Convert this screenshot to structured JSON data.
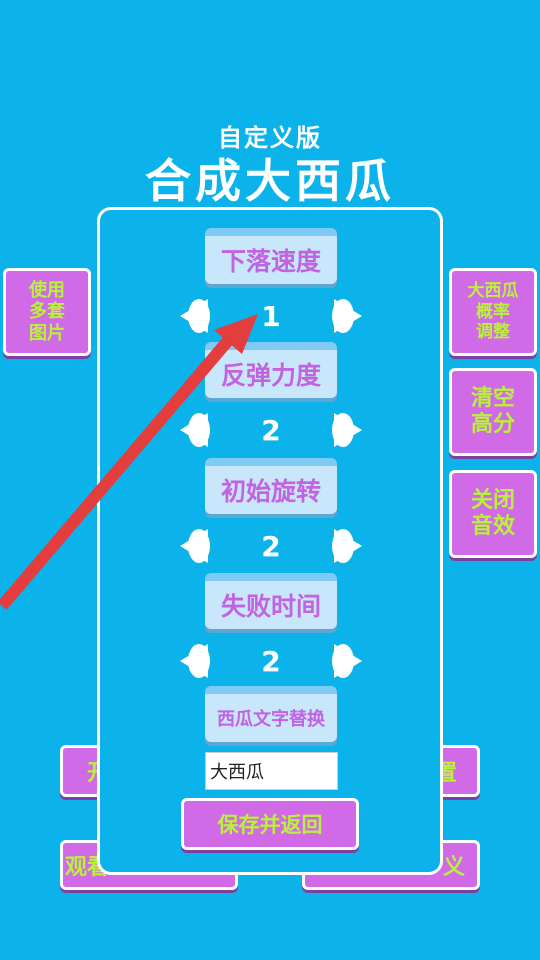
{
  "header": {
    "subtitle": "自定义版",
    "title": "合成大西瓜"
  },
  "left_buttons": [
    {
      "label": "使用\n多套\n图片"
    }
  ],
  "right_buttons": [
    {
      "label": "大西瓜\n概率\n调整"
    },
    {
      "label": "清空\n高分"
    },
    {
      "label": "关闭\n音效"
    }
  ],
  "bottom_buttons": [
    {
      "label": "开"
    },
    {
      "label": "置"
    },
    {
      "label": "观看"
    },
    {
      "label": "义"
    }
  ],
  "settings": [
    {
      "label": "下落速度",
      "value": "1"
    },
    {
      "label": "反弹力度",
      "value": "2"
    },
    {
      "label": "初始旋转",
      "value": "2"
    },
    {
      "label": "失败时间",
      "value": "2"
    }
  ],
  "text_replace": {
    "label": "西瓜文字替换",
    "value": "大西瓜"
  },
  "save_label": "保存并返回",
  "colors": {
    "background": "#0bb3ea",
    "button_purple": "#d06ae6",
    "button_text": "#b9f23a",
    "label_text": "#c263e2",
    "pointer_red": "#e43d3d"
  }
}
